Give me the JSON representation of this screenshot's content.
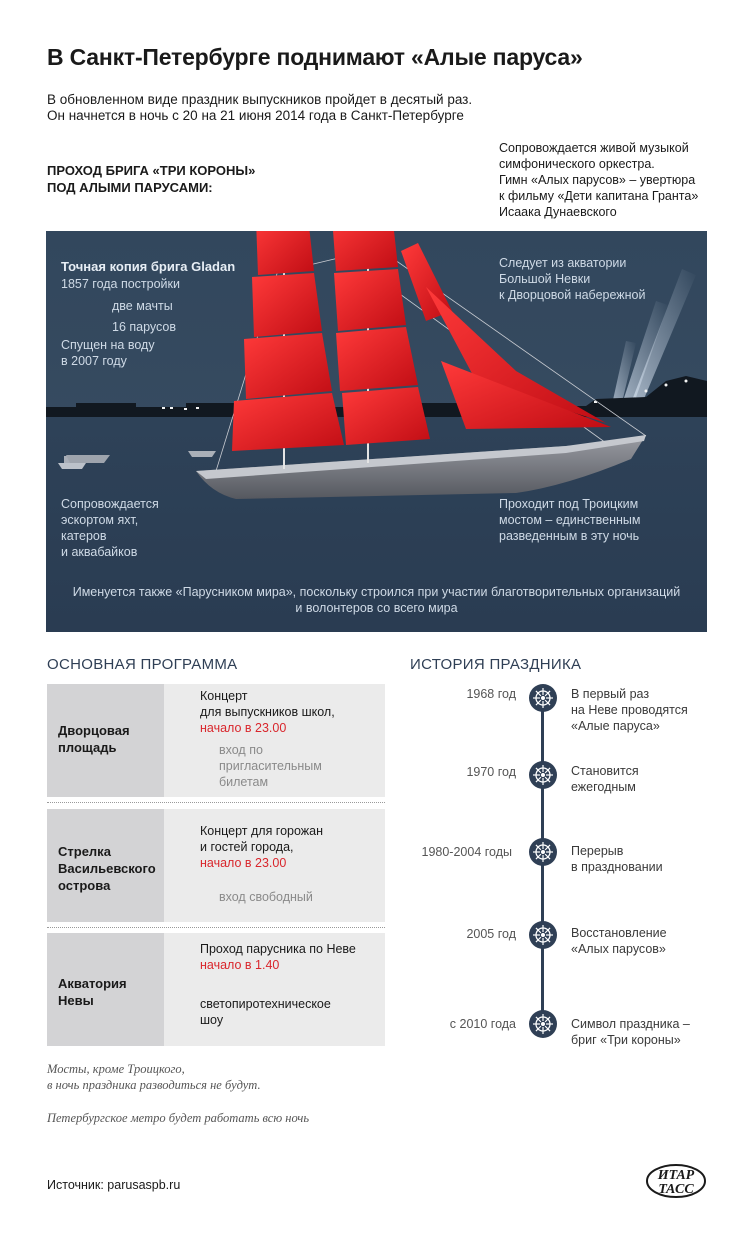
{
  "header": {
    "title": "В Санкт-Петербурге поднимают «Алые паруса»",
    "lead": [
      "В обновленном виде праздник выпускников пройдет в десятый раз.",
      "Он начнется в ночь с 20 на 21 июня 2014 года в Санкт-Петербурге"
    ],
    "subtitle": [
      "ПРОХОД БРИГА «ТРИ КОРОНЫ»",
      "ПОД АЛЫМИ ПАРУСАМИ:"
    ],
    "music": [
      "Сопровождается живой музыкой",
      "симфонического оркестра.",
      "Гимн «Алых парусов» – увертюра",
      "к фильму «Дети капитана Гранта»",
      "Исаака Дунаевского"
    ]
  },
  "scene": {
    "copy_title": "Точная копия брига Gladan",
    "built": "1857 года постройки",
    "masts": "две мачты",
    "sails": "16 парусов",
    "launched": [
      "Спущен на воду",
      "в 2007 году"
    ],
    "route": [
      "Следует из акватории",
      "Большой Невки",
      "к Дворцовой набережной"
    ],
    "escort": [
      "Сопровождается",
      "эскортом яхт,",
      "катеров",
      "и аквабайков"
    ],
    "bridge": [
      "Проходит под Троицким",
      "мостом – единственным",
      "разведенным в эту ночь"
    ],
    "peace": [
      "Именуется также «Парусником мира», поскольку строился при участии благотворительных организаций",
      "и волонтеров со всего мира"
    ],
    "colors": {
      "sky": "#33485e",
      "water": "#2c3f55",
      "sail": "#e0191f",
      "hull": "#7c7f86"
    }
  },
  "program": {
    "heading": "ОСНОВНАЯ ПРОГРАММА",
    "blocks": [
      {
        "place": [
          "Дворцовая",
          "площадь"
        ],
        "event": [
          "Концерт",
          "для выпускников школ,"
        ],
        "time": "начало в 23.00",
        "note": [
          "вход по",
          "пригласительным",
          "билетам"
        ]
      },
      {
        "place": [
          "Стрелка",
          "Васильевского",
          "острова"
        ],
        "event": [
          "Концерт для горожан",
          "и гостей города,"
        ],
        "time": "начало в 23.00",
        "note": [
          "вход свободный"
        ]
      },
      {
        "place": [
          "Акватория",
          "Невы"
        ],
        "event": [
          "Проход парусника по Неве"
        ],
        "time": "начало в 1.40",
        "note": [
          "светопиротехническое",
          "шоу"
        ]
      }
    ]
  },
  "history": {
    "heading": "ИСТОРИЯ ПРАЗДНИКА",
    "items": [
      {
        "year": "1968 год",
        "text": [
          "В первый раз",
          "на Неве проводятся",
          "«Алые паруса»"
        ]
      },
      {
        "year": "1970 год",
        "text": [
          "Становится",
          "ежегодным"
        ]
      },
      {
        "year": "1980-2004 годы",
        "text": [
          "Перерыв",
          "в праздновании"
        ]
      },
      {
        "year": "2005 год",
        "text": [
          "Восстановление",
          "«Алых парусов»"
        ]
      },
      {
        "year": "с 2010 года",
        "text": [
          "Символ праздника –",
          "бриг «Три короны»"
        ]
      }
    ],
    "icon": "ship-wheel-icon"
  },
  "notes": [
    [
      "Мосты, кроме Троицкого,",
      "в ночь праздника разводиться не будут."
    ],
    [
      "Петербургское метро будет работать всю ночь"
    ]
  ],
  "source": "Источник: parusaspb.ru",
  "logo": {
    "top": "ИТАР",
    "bottom": "ТАСС"
  }
}
